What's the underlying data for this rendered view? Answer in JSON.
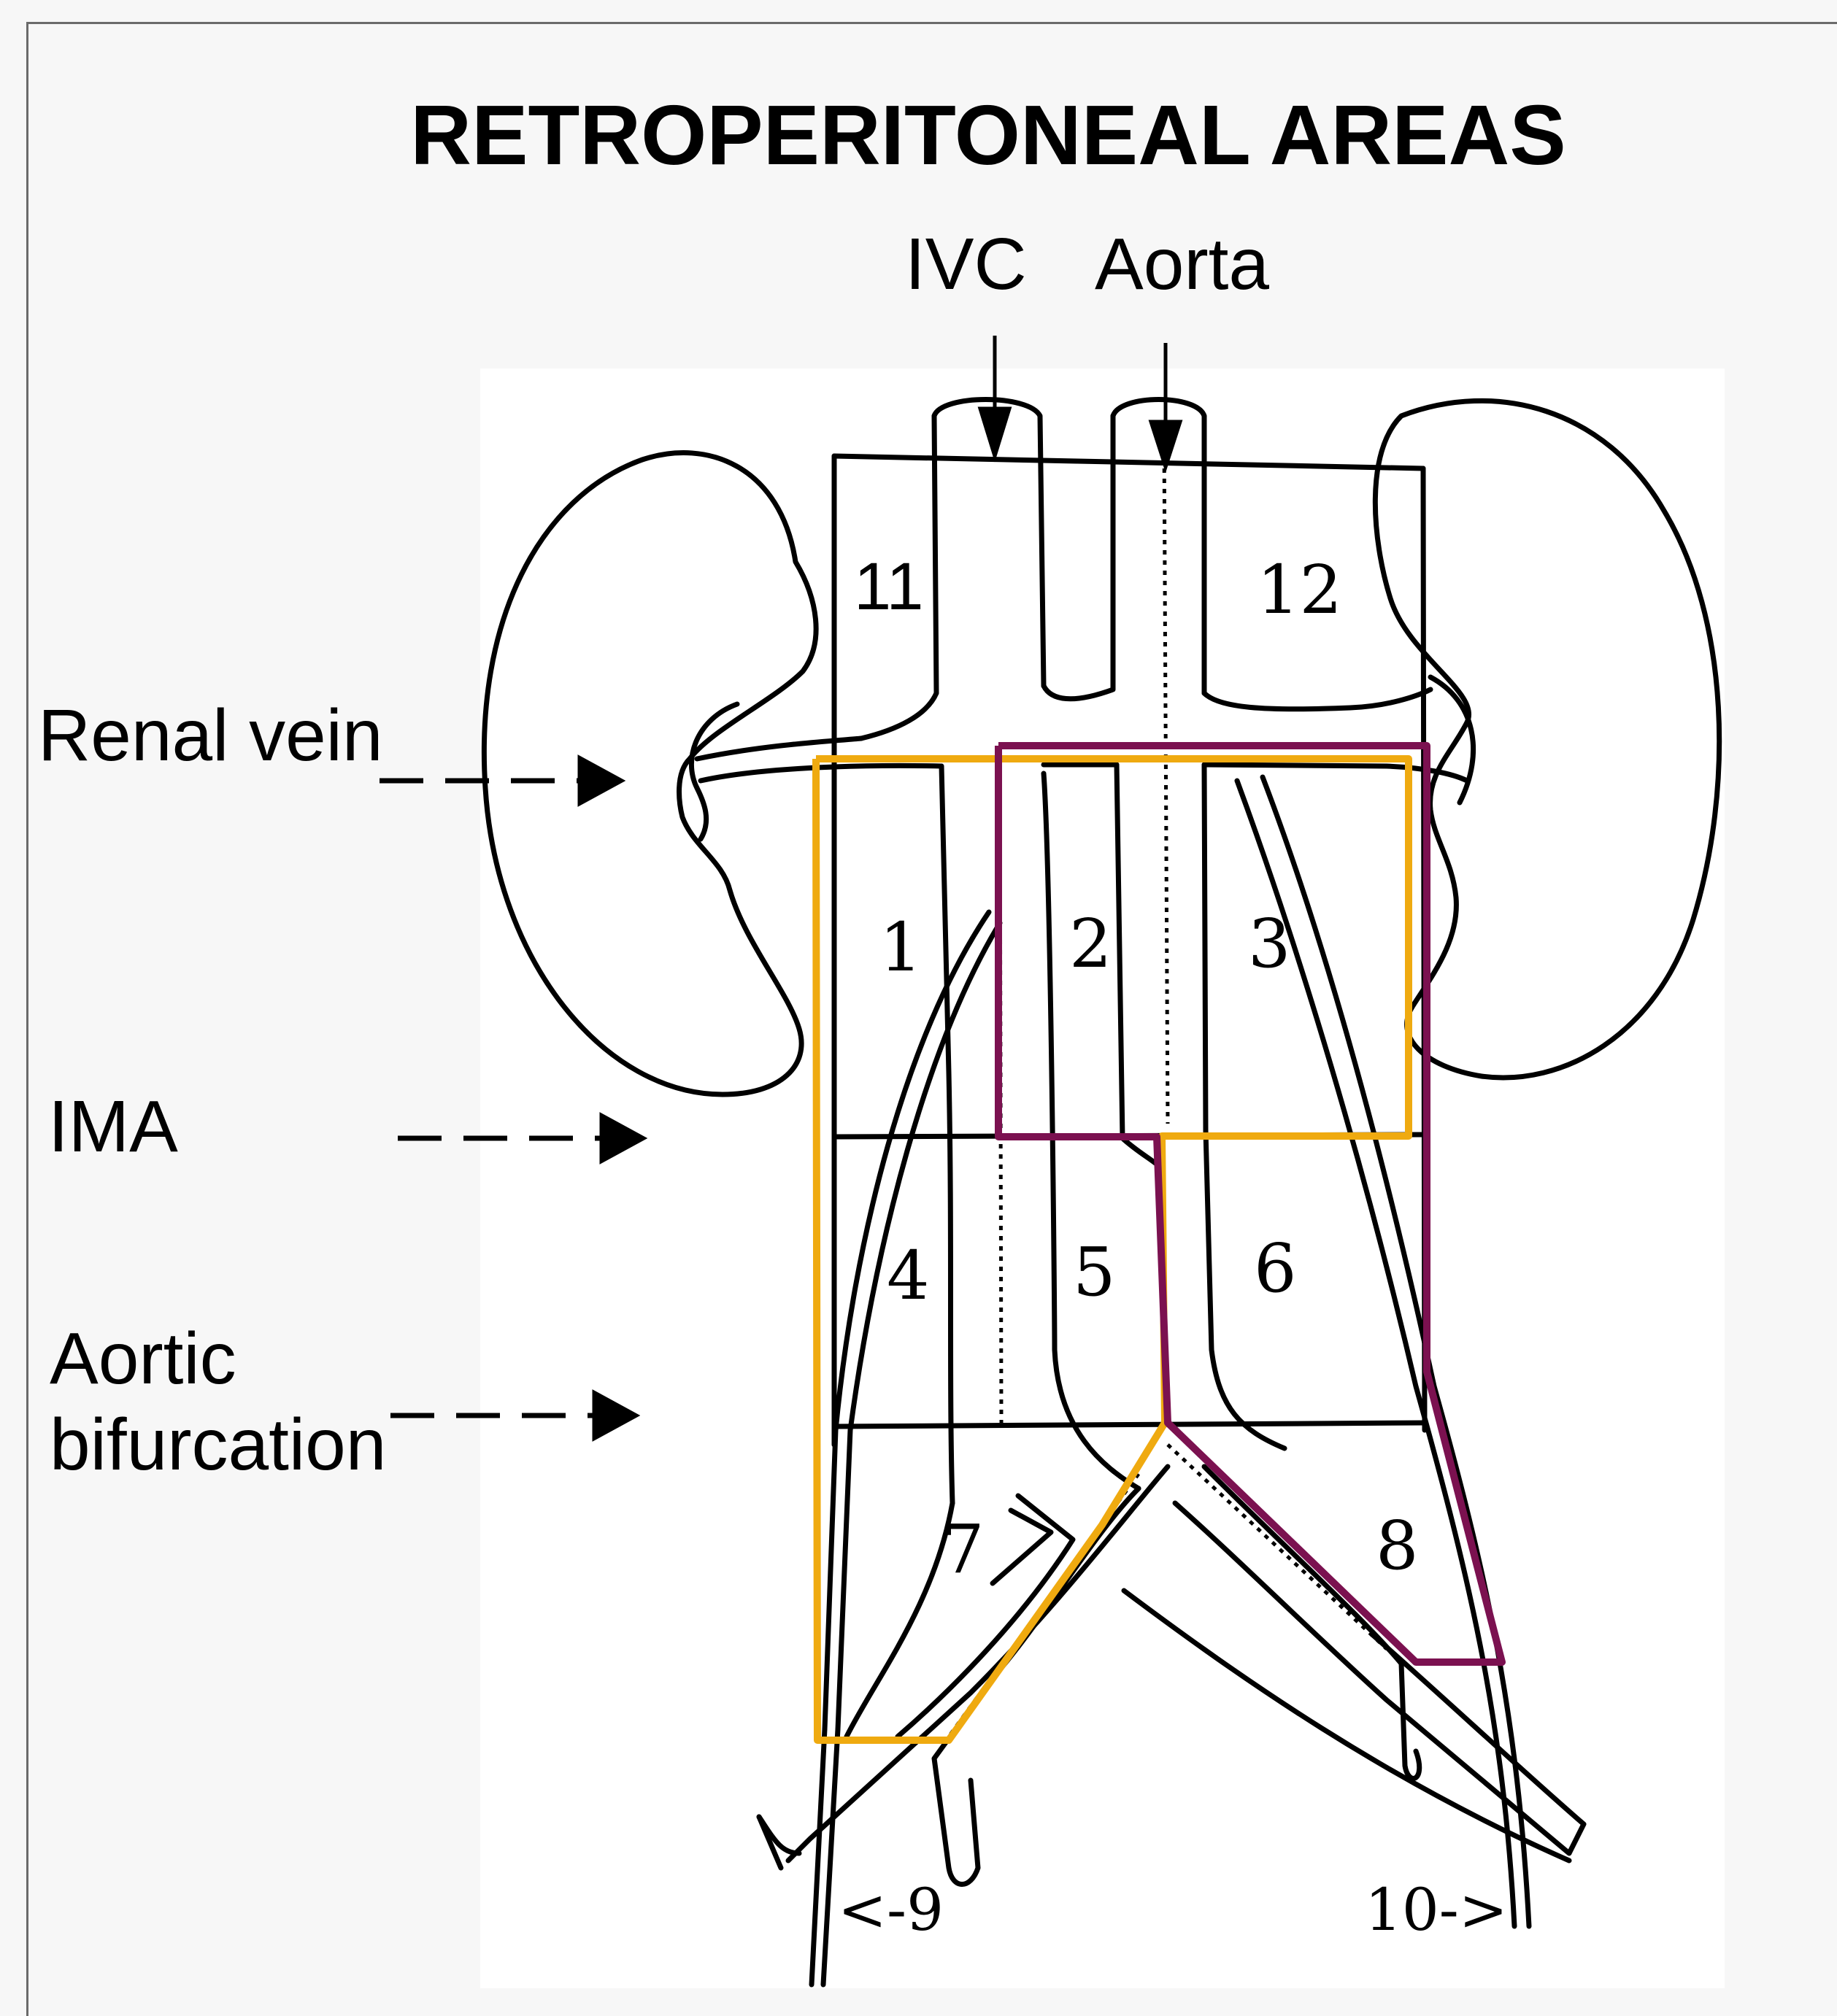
{
  "title": "RETROPERITONEAL AREAS",
  "labels": {
    "ivc": "IVC",
    "aorta": "Aorta",
    "renal_vein": "Renal vein",
    "ima": "IMA",
    "aortic_line1": "Aortic",
    "aortic_line2": "bifurcation"
  },
  "zones": {
    "z1": "1",
    "z2": "2",
    "z3": "3",
    "z4": "4",
    "z5": "5",
    "z6": "6",
    "z7": "7",
    "z8": "8",
    "z9": "<-9",
    "z10": "10->",
    "z11": "11",
    "z12": "12"
  },
  "colors": {
    "outline_orange": "#efaa10",
    "outline_purple": "#7b1150",
    "ink": "#000000"
  }
}
